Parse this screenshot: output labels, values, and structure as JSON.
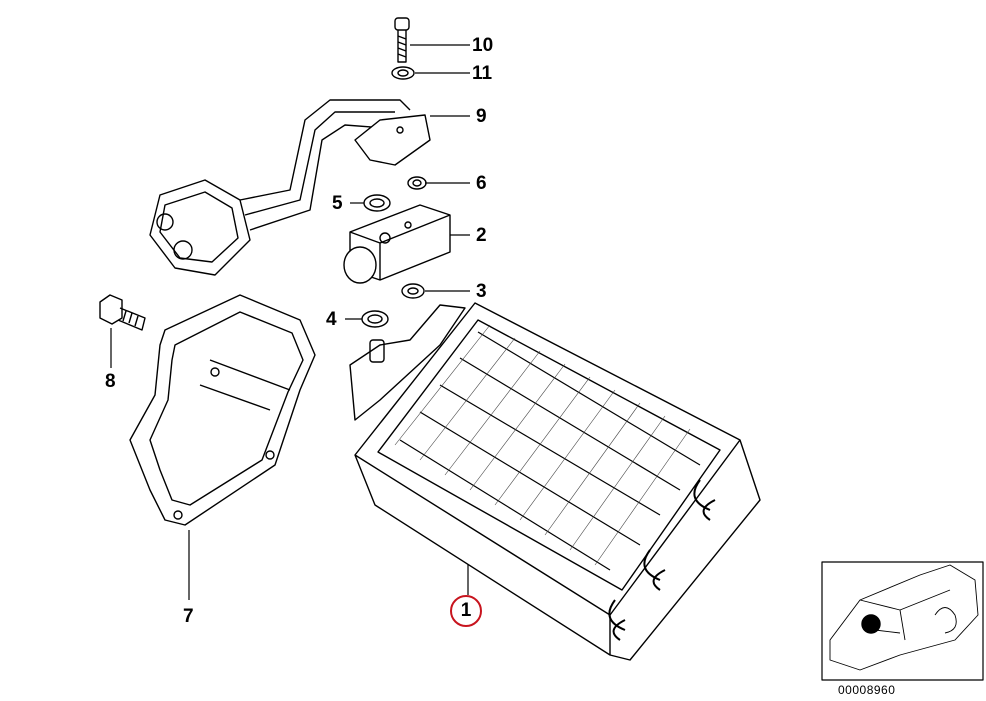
{
  "diagram": {
    "callouts": [
      {
        "id": "10",
        "label": "10"
      },
      {
        "id": "11",
        "label": "11"
      },
      {
        "id": "9",
        "label": "9"
      },
      {
        "id": "6",
        "label": "6"
      },
      {
        "id": "5",
        "label": "5"
      },
      {
        "id": "2",
        "label": "2"
      },
      {
        "id": "3",
        "label": "3"
      },
      {
        "id": "4",
        "label": "4"
      },
      {
        "id": "8",
        "label": "8"
      },
      {
        "id": "7",
        "label": "7"
      },
      {
        "id": "1",
        "label": "1"
      }
    ],
    "highlighted_callout": "1",
    "highlight_color": "#c8141e",
    "inset_code": "00008960"
  }
}
